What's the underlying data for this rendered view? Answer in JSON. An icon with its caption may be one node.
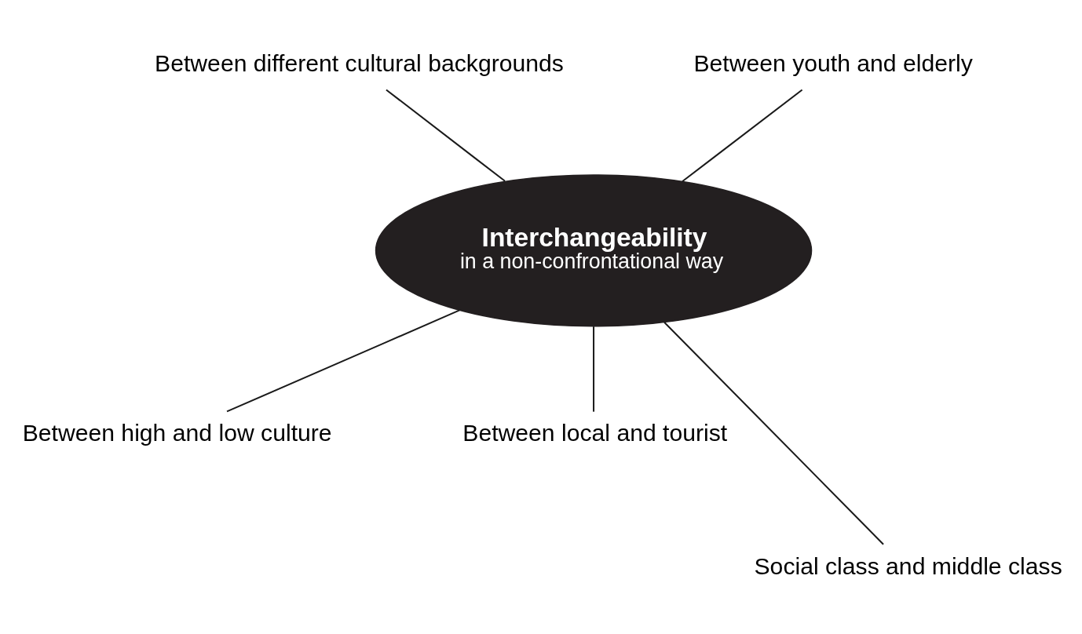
{
  "diagram": {
    "nodes": [
      {
        "text": [
          "Between different cultural backgrounds"
        ]
      },
      {
        "text": [
          "Between youth and elderly"
        ]
      },
      {
        "text": [
          "Interchangeability",
          "in a non-confrontational way"
        ]
      },
      {
        "text": [
          "Between high and low culture"
        ]
      },
      {
        "text": [
          "Between local and tourist"
        ]
      },
      {
        "text": [
          "Social class and middle class"
        ]
      }
    ],
    "edges": [
      {
        "from": 0,
        "to": 2,
        "arrow": "none"
      },
      {
        "from": 1,
        "to": 2,
        "arrow": "none"
      },
      {
        "from": 2,
        "to": 3,
        "arrow": "none"
      },
      {
        "from": 2,
        "to": 5,
        "arrow": "none"
      },
      {
        "from": 2,
        "to": 4,
        "arrow": "none"
      }
    ]
  }
}
